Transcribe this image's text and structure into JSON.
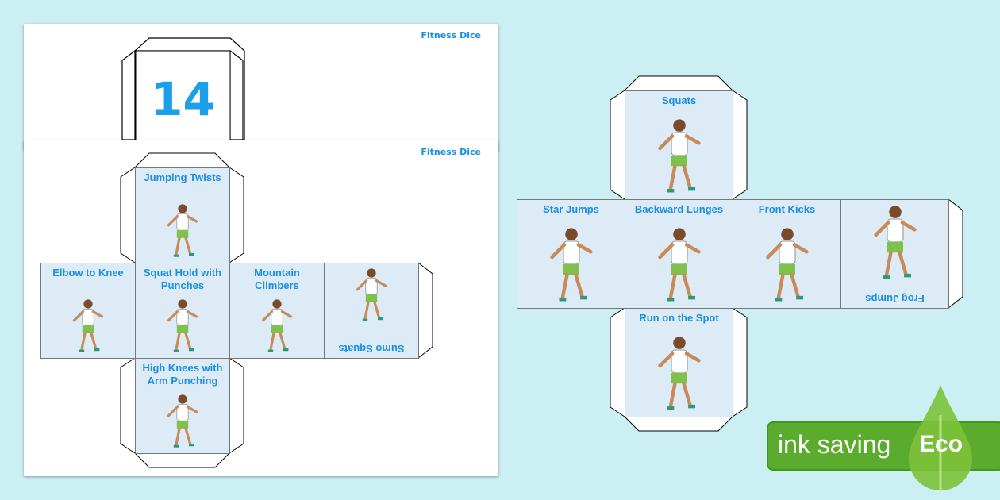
{
  "back_page": {
    "brand": "Fitness Dice",
    "number": "14"
  },
  "front_page": {
    "brand": "Fitness Dice"
  },
  "left_die": {
    "faces": [
      "Jumping Twists",
      "Elbow to Knee",
      "Squat Hold with Punches",
      "Mountain Climbers",
      "Sumo Squats",
      "High Knees with Arm Punching"
    ]
  },
  "right_die": {
    "faces": [
      "Squats",
      "Star Jumps",
      "Backward Lunges",
      "Front Kicks",
      "Frog Jumps",
      "Run on the Spot"
    ]
  },
  "badge": {
    "text": "ink saving",
    "eco": "Eco",
    "color": "#5aab2e"
  },
  "colors": {
    "title": "#1a8fe0",
    "face": "#dcebf6",
    "background": "#cbeff3"
  }
}
